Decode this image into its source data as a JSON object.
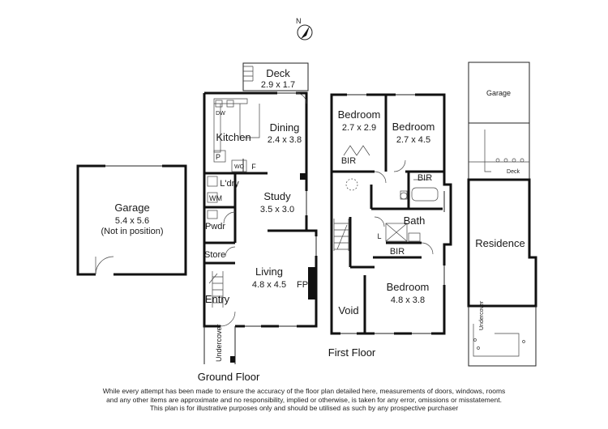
{
  "compass": {
    "label": "N",
    "icon": "north-arrow-icon"
  },
  "garage_left": {
    "name": "Garage",
    "dims": "5.4 x 5.6",
    "note": "(Not in position)"
  },
  "ground_floor": {
    "label": "Ground Floor",
    "deck": {
      "name": "Deck",
      "dims": "2.9 x 1.7"
    },
    "dw": "DW",
    "kitchen": "Kitchen",
    "dining": {
      "name": "Dining",
      "dims": "2.4 x 3.8"
    },
    "p": "P",
    "wo": "WO",
    "f": "F",
    "laundry": "L'dry",
    "wm": "WM",
    "study": {
      "name": "Study",
      "dims": "3.5 x 3.0"
    },
    "pwdr": "Pwdr",
    "store": "Store",
    "living": {
      "name": "Living",
      "dims": "4.8 x 4.5"
    },
    "fp": "FP",
    "entry": "Entry",
    "undercover": "Undercover"
  },
  "first_floor": {
    "label": "First Floor",
    "bedroom1": {
      "name": "Bedroom",
      "dims": "2.7 x 2.9"
    },
    "bedroom2": {
      "name": "Bedroom",
      "dims": "2.7 x 4.5"
    },
    "bir1": "BIR",
    "bir2": "BIR",
    "bir3": "BIR",
    "bath": "Bath",
    "l": "L",
    "bedroom3": {
      "name": "Bedroom",
      "dims": "4.8 x 3.8"
    },
    "void": "Void"
  },
  "site_plan": {
    "garage": "Garage",
    "deck": "Deck",
    "residence": "Residence",
    "undercover": "Undercover"
  },
  "disclaimer": [
    "While every attempt has been made to ensure the accuracy of the floor plan detailed here, measurements of doors, windows, rooms",
    "and any other items are approximate and no responsibility, implied or otherwise, is taken for any error, omissions or misstatement.",
    "This plan is for illustrative purposes only and should be utilised as such by any prospective purchaser"
  ]
}
